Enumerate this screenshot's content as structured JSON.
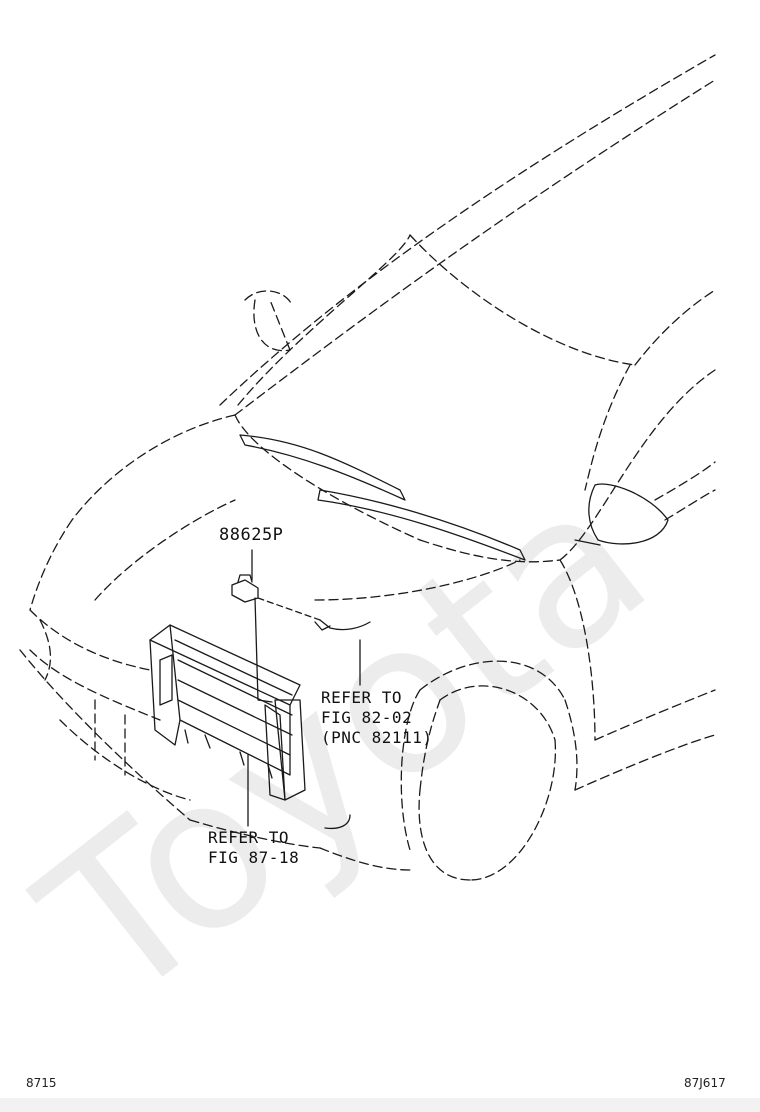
{
  "diagram": {
    "part_number": "88625P",
    "callout_fig_82": {
      "line1": "REFER TO",
      "line2": "FIG 82-02",
      "line3": "(PNC 82111)"
    },
    "callout_fig_87": {
      "line1": "REFER TO",
      "line2": "FIG 87-18"
    },
    "page_code_left": "8715",
    "page_code_right": "87J617",
    "watermark": "Toyota"
  },
  "colors": {
    "line": "#1a1a1a",
    "watermark": "#ececec"
  }
}
